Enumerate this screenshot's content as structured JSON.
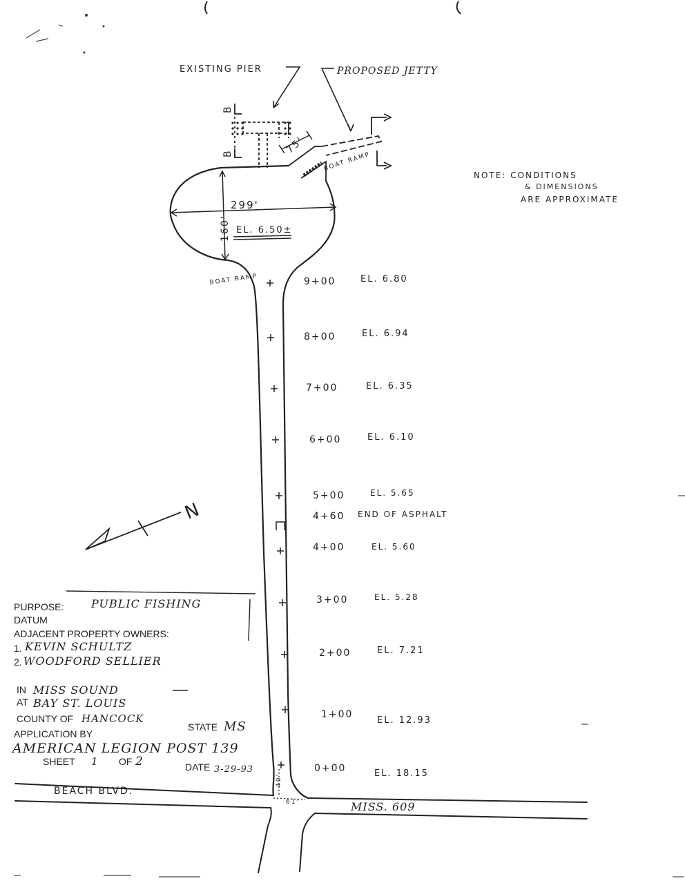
{
  "labels": {
    "existing_pier": "EXISTING PIER",
    "proposed_jetty": "PROPOSED JETTY",
    "section_b": "B",
    "dim_75": "75'",
    "boat_ramp_top": "BOAT RAMP",
    "boat_ramp_side": "BOAT RAMP",
    "dim_299": "299'",
    "dim_160": "160'",
    "basin_elevation": "EL. 6.50±",
    "north": "N",
    "beach_blvd": "BEACH BLVD.",
    "miss_609": "MISS. 609",
    "dim_40": "40'",
    "dim_61": "61'"
  },
  "note": {
    "line1": "NOTE: CONDITIONS",
    "line2": "& DIMENSIONS",
    "line3": "ARE APPROXIMATE"
  },
  "stations": [
    {
      "station": "9+00",
      "elevation": "EL. 6.80"
    },
    {
      "station": "8+00",
      "elevation": "EL. 6.94"
    },
    {
      "station": "7+00",
      "elevation": "EL. 6.35"
    },
    {
      "station": "6+00",
      "elevation": "EL. 6.10"
    },
    {
      "station": "5+00",
      "elevation": "EL. 5.65"
    },
    {
      "station": "4+60",
      "elevation": "END OF ASPHALT"
    },
    {
      "station": "4+00",
      "elevation": "EL. 5.60"
    },
    {
      "station": "3+00",
      "elevation": "EL. 5.28"
    },
    {
      "station": "2+00",
      "elevation": "EL. 7.21"
    },
    {
      "station": "1+00",
      "elevation": "EL. 12.93"
    },
    {
      "station": "0+00",
      "elevation": "EL. 18.15"
    }
  ],
  "form": {
    "purpose_label": "PURPOSE:",
    "purpose_value": "PUBLIC FISHING",
    "datum_label": "DATUM",
    "adjacent_label": "ADJACENT PROPERTY OWNERS:",
    "owner1_num": "1.",
    "owner1": "KEVIN SCHULTZ",
    "owner2_num": "2.",
    "owner2": "WOODFORD SELLIER",
    "in_label": "IN",
    "in_value": "MISS SOUND",
    "at_label": "AT",
    "at_value": "BAY ST. LOUIS",
    "county_label": "COUNTY OF",
    "county_value": "HANCOCK",
    "state_label": "STATE",
    "state_value": "MS",
    "application_label": "APPLICATION BY",
    "application_value": "AMERICAN LEGION POST 139",
    "sheet_label": "SHEET",
    "sheet_value": "1",
    "of_label": "OF",
    "of_value": "2",
    "date_label": "DATE",
    "date_value": "3-29-93"
  }
}
